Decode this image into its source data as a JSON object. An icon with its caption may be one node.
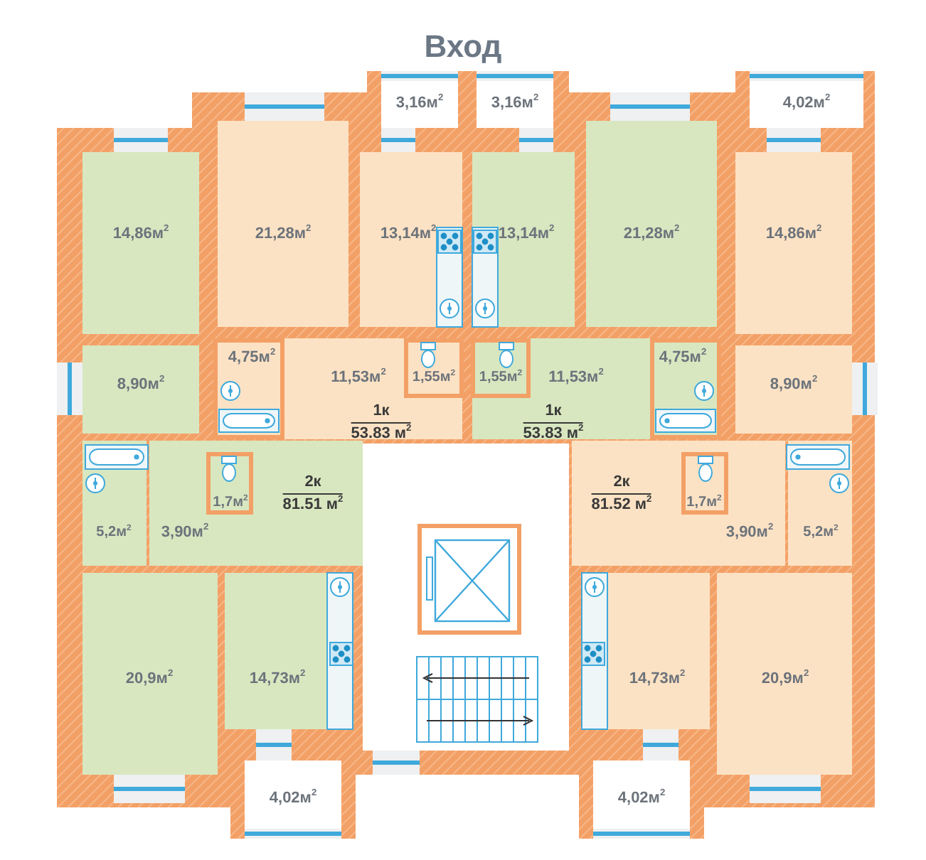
{
  "diagram": {
    "title": "Вход",
    "nodes": [
      {
        "text": [
          "14,86м$^{2}$"
        ]
      },
      {
        "text": [
          "8,90м$^{2}$"
        ]
      },
      {
        "text": [
          "5,2м$^{2}$"
        ]
      },
      {
        "text": [
          "3,90м$^{2}$"
        ]
      },
      {
        "text": [
          "1,7м$^{2}$"
        ],
        "in": 3
      },
      {
        "text": [
          "20,9м$^{2}$"
        ]
      },
      {
        "text": [
          "14,73м$^{2}$"
        ]
      },
      {
        "text": [
          "21,28м$^{2}$"
        ]
      },
      {
        "text": [
          "13,14м$^{2}$"
        ]
      },
      {
        "text": [
          "11,53м$^{2}$"
        ]
      },
      {
        "text": [
          "4,75м$^{2}$"
        ],
        "in": 9
      },
      {
        "text": [
          "1,55м$^{2}$"
        ],
        "in": 9
      },
      {
        "text": [
          "3,16м$^{2}$"
        ]
      },
      {
        "text": [
          "3,16м$^{2}$"
        ]
      },
      {
        "text": [
          "13,14м$^{2}$"
        ]
      },
      {
        "text": [
          "21,28м$^{2}$"
        ]
      },
      {
        "text": [
          "11,53м$^{2}$"
        ]
      },
      {
        "text": [
          "1,55м$^{2}$"
        ],
        "in": 16
      },
      {
        "text": [
          "4,75м$^{2}$"
        ],
        "in": 16
      },
      {
        "text": [
          "4,02м$^{2}$"
        ]
      },
      {
        "text": [
          "14,86м$^{2}$"
        ]
      },
      {
        "text": [
          "8,90м$^{2}$"
        ]
      },
      {
        "text": [
          "3,90м$^{2}$"
        ]
      },
      {
        "text": [
          "1,7м$^{2}$"
        ],
        "in": 22
      },
      {
        "text": [
          "5,2м$^{2}$"
        ]
      },
      {
        "text": [
          "14,73м$^{2}$"
        ]
      },
      {
        "text": [
          "20,9м$^{2}$"
        ]
      },
      {
        "text": [
          "4,02м$^{2}$"
        ]
      },
      {
        "text": [
          "4,02м$^{2}$"
        ]
      }
    ],
    "labels": [
      "1к",
      "53.83 м$^{2}$",
      "2к",
      "81.51 м$^{2}$",
      "1к",
      "53.83 м$^{2}$",
      "2к",
      "81.52 м$^{2}$"
    ]
  }
}
